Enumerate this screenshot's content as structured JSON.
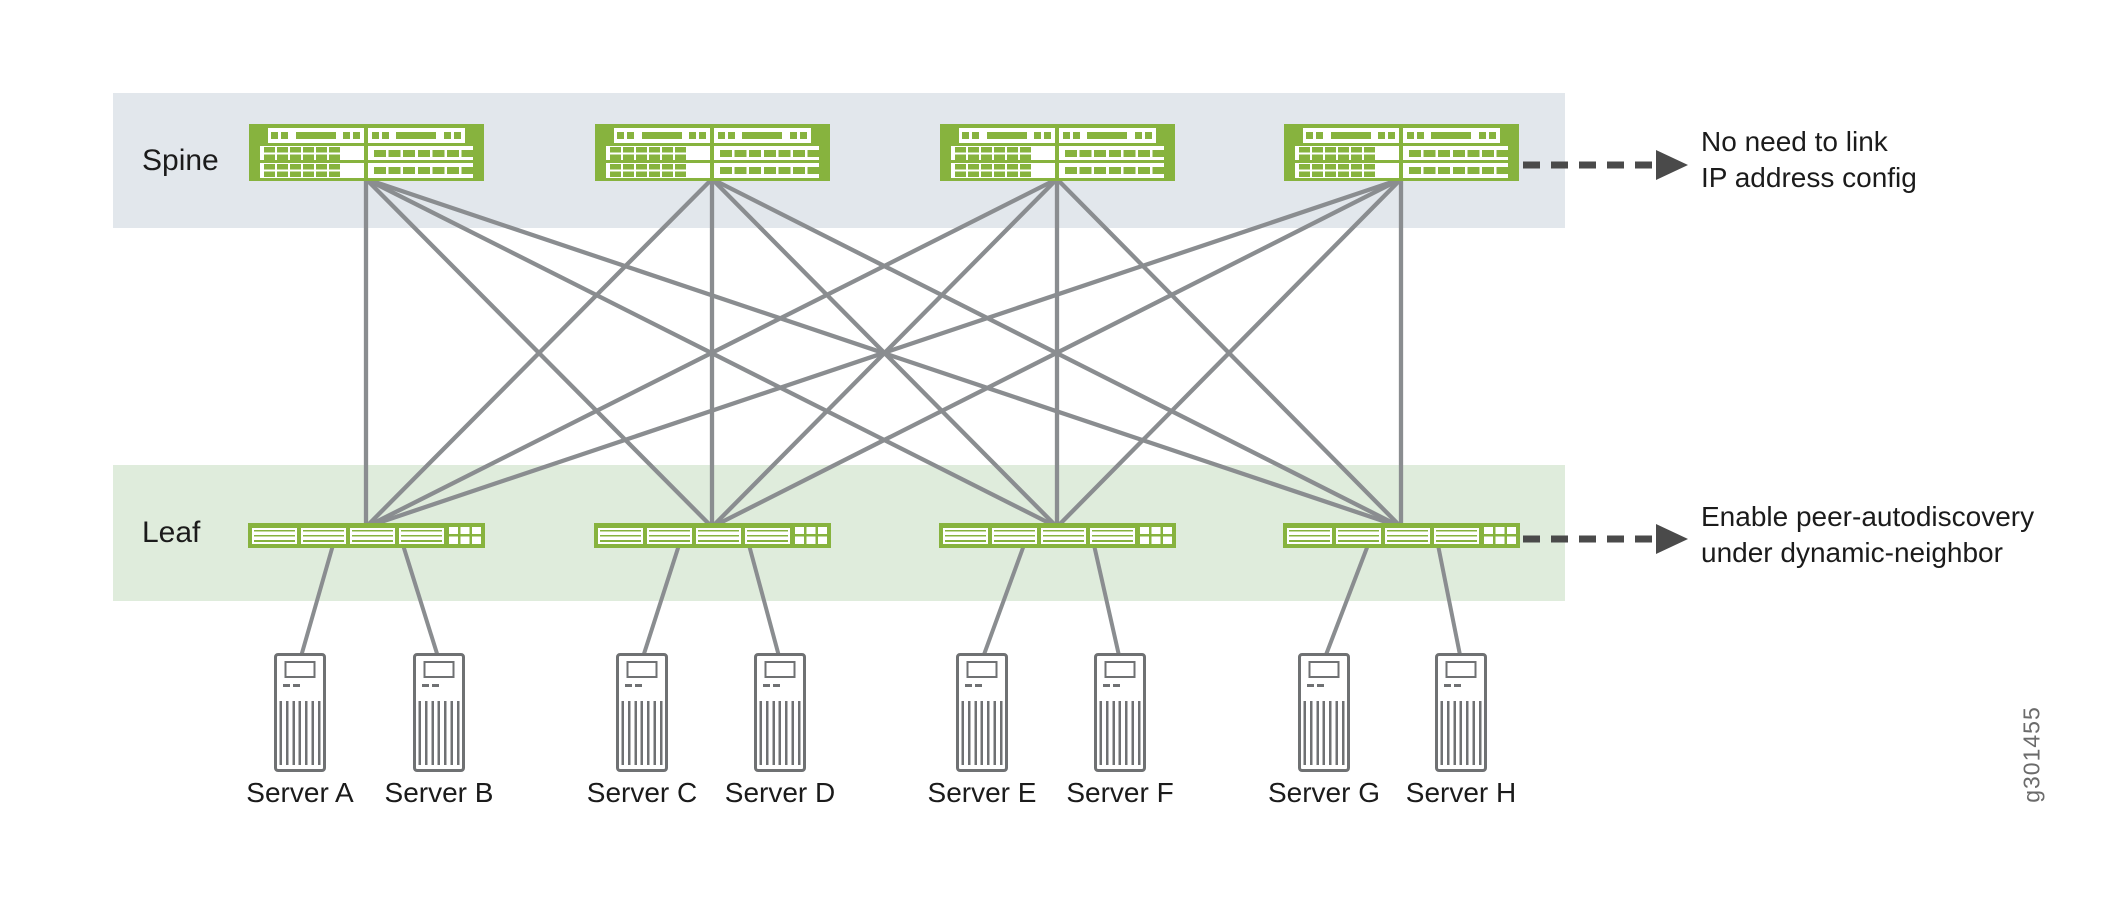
{
  "figure": {
    "type": "spine-leaf network topology diagram",
    "watermark": "g301455"
  },
  "colors": {
    "device_green": "#87B33E",
    "spine_band": "#E2E7EC",
    "leaf_band": "#DFECDC",
    "wire_gray": "#8A8D90",
    "server_gray": "#6F7173",
    "arrow_dark": "#4A4A4A",
    "text": "#1B1B1B",
    "watermark_gray": "#6B6B6B"
  },
  "tiers": [
    {
      "label": "Spine",
      "device_type": "spine-switch",
      "device_count": 4,
      "annotation": {
        "lines": [
          "No need to link",
          "IP address config"
        ]
      }
    },
    {
      "label": "Leaf",
      "device_type": "leaf-switch",
      "device_count": 4,
      "annotation": {
        "lines": [
          "Enable peer-autodiscovery",
          "under dynamic-neighbor"
        ]
      }
    }
  ],
  "servers": {
    "labels": [
      "Server A",
      "Server B",
      "Server C",
      "Server D",
      "Server E",
      "Server F",
      "Server G",
      "Server H"
    ]
  },
  "topology": {
    "spine_leaf_links": "full-mesh",
    "spine_leaf_link_count": 16,
    "servers_per_leaf": 2
  }
}
